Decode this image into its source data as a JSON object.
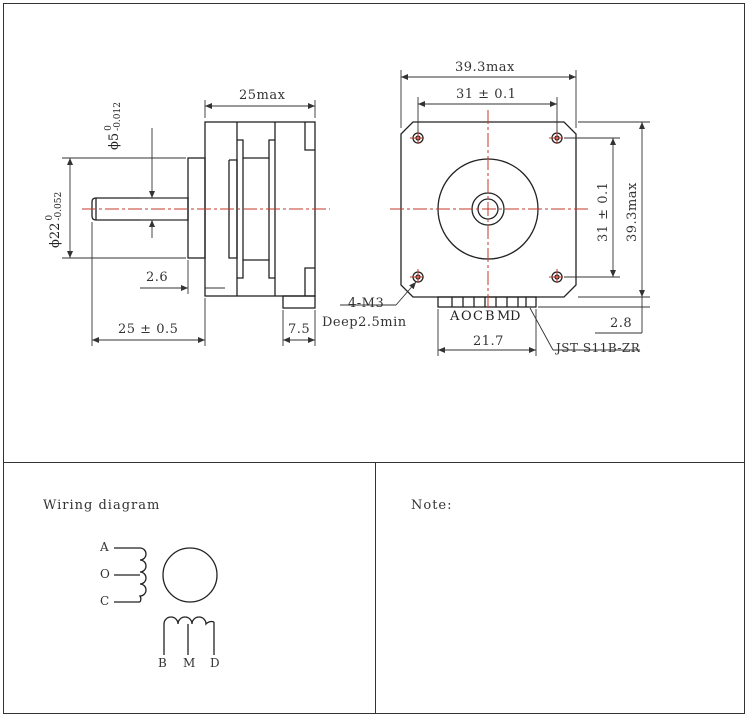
{
  "drawing": {
    "side_view": {
      "length_max": "25max",
      "shaft_diameter": "5",
      "shaft_tol_upper": "0",
      "shaft_tol_lower": "-0.012",
      "boss_diameter": "22",
      "boss_tol_upper": "0",
      "boss_tol_lower": "-0.052",
      "diameter_symbol": "ϕ",
      "boss_height": "2.6",
      "shaft_length": "25 ± 0.5",
      "connector_width": "7.5"
    },
    "front_view": {
      "width_max": "39.3max",
      "hole_spacing_x": "31 ± 0.1",
      "hole_spacing_y": "31 ± 0.1",
      "height_max": "39.3max",
      "holes": "4-M3",
      "hole_depth": "Deep2.5min",
      "pin_letters": [
        "A",
        "O",
        "C",
        "B",
        "M",
        "D"
      ],
      "connector_offset": "2.8",
      "connector_span": "21.7",
      "connector_name": "JST S11B-ZR"
    }
  },
  "wiring": {
    "title": "Wiring diagram",
    "coil1_labels": [
      "A",
      "O",
      "C"
    ],
    "coil2_labels": [
      "B",
      "M",
      "D"
    ]
  },
  "notes": {
    "title": "Note:"
  }
}
